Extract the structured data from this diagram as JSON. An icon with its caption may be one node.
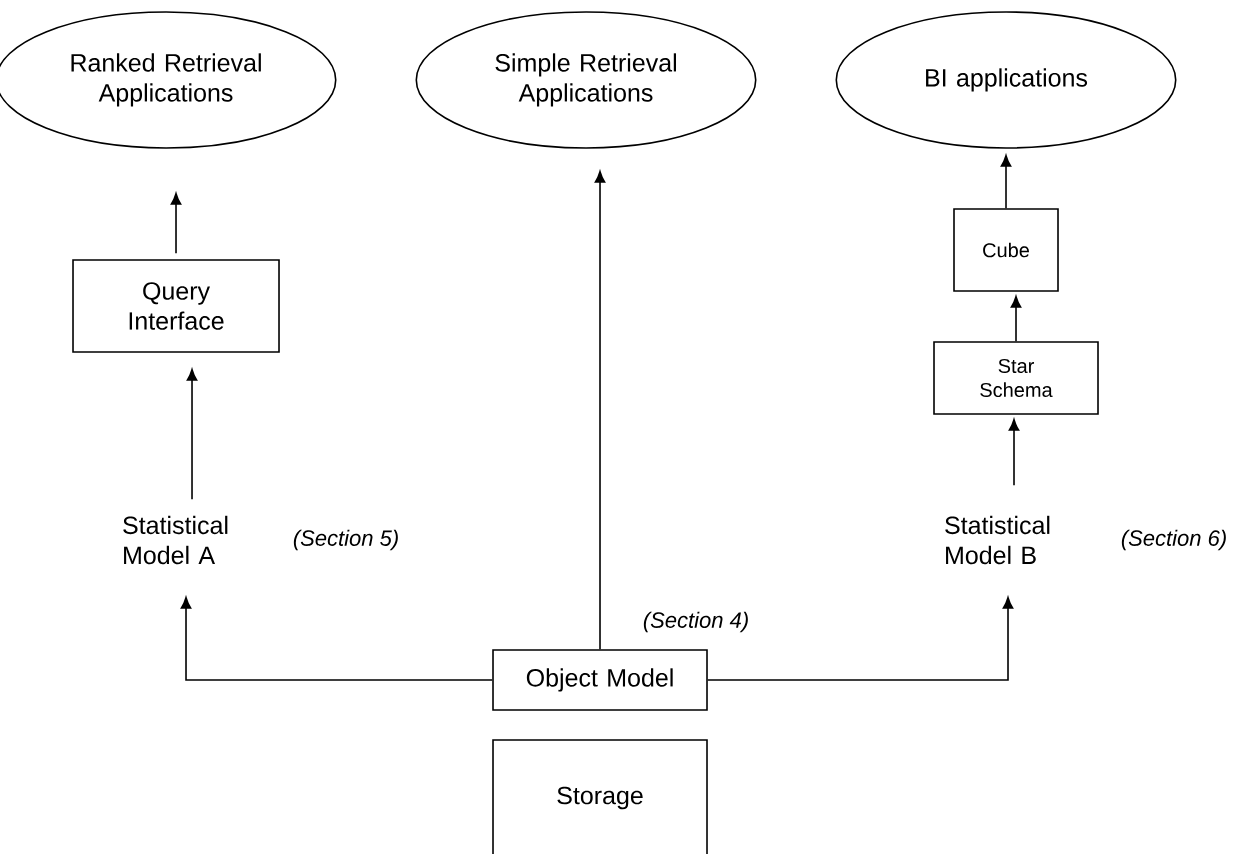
{
  "diagram": {
    "nodes": [
      {
        "text": [
          "Ranked Retrieval Applications"
        ]
      },
      {
        "text": [
          "Simple Retrieval Applications"
        ]
      },
      {
        "text": [
          "BI applications"
        ]
      },
      {
        "text": [
          "Query Interface"
        ]
      },
      {
        "text": [
          "Cube"
        ]
      },
      {
        "text": [
          "Star Schema"
        ]
      },
      {
        "text": [
          "Statistical Model A"
        ],
        "beside": [
          "(Section 5)"
        ]
      },
      {
        "text": [
          "Statistical Model B"
        ],
        "beside": [
          "(Section 6)"
        ]
      },
      {
        "text": [
          "Object Model"
        ],
        "beside": [
          "(Section 4)"
        ]
      },
      {
        "text": [
          "Storage"
        ]
      }
    ],
    "edges": [
      {
        "from": 3,
        "to": 0,
        "arrow": "to"
      },
      {
        "from": 8,
        "to": 1,
        "arrow": "to"
      },
      {
        "from": 4,
        "to": 2,
        "arrow": "to"
      },
      {
        "from": 5,
        "to": 4,
        "arrow": "to"
      },
      {
        "from": 7,
        "to": 5,
        "arrow": "to"
      },
      {
        "from": 6,
        "to": 3,
        "arrow": "to"
      },
      {
        "from": 8,
        "to": 6,
        "arrow": "to"
      },
      {
        "from": 8,
        "to": 7,
        "arrow": "to"
      }
    ]
  }
}
